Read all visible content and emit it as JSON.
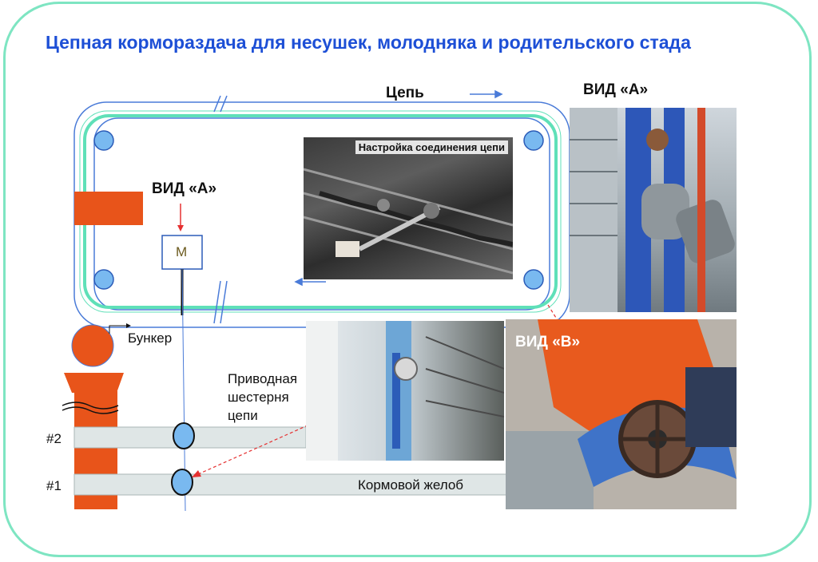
{
  "title": "Цепная кормораздача для несушек, молодняка и родительского стада",
  "labels": {
    "chain": "Цепь",
    "view_a_diagram": "ВИД «А»",
    "view_a_photo": "ВИД «А»",
    "motor": "M",
    "hopper": "Бункер",
    "drive_gear": [
      "Приводная",
      "шестерня",
      "цепи"
    ],
    "feed_trough": "Кормовой желоб",
    "line_2": "#2",
    "line_1": "#1",
    "view_b": "ВИД «В»",
    "photo_chain_caption": "Настройка соединения цепи"
  },
  "colors": {
    "title": "#1d4fd6",
    "frame": "#7ee5c2",
    "track_outer": "#4a7bd8",
    "track_green": "#5fe0b8",
    "corner_wheel": "#79b9f0",
    "hopper_orange": "#e8541a",
    "trough": "#dfe6e6"
  }
}
